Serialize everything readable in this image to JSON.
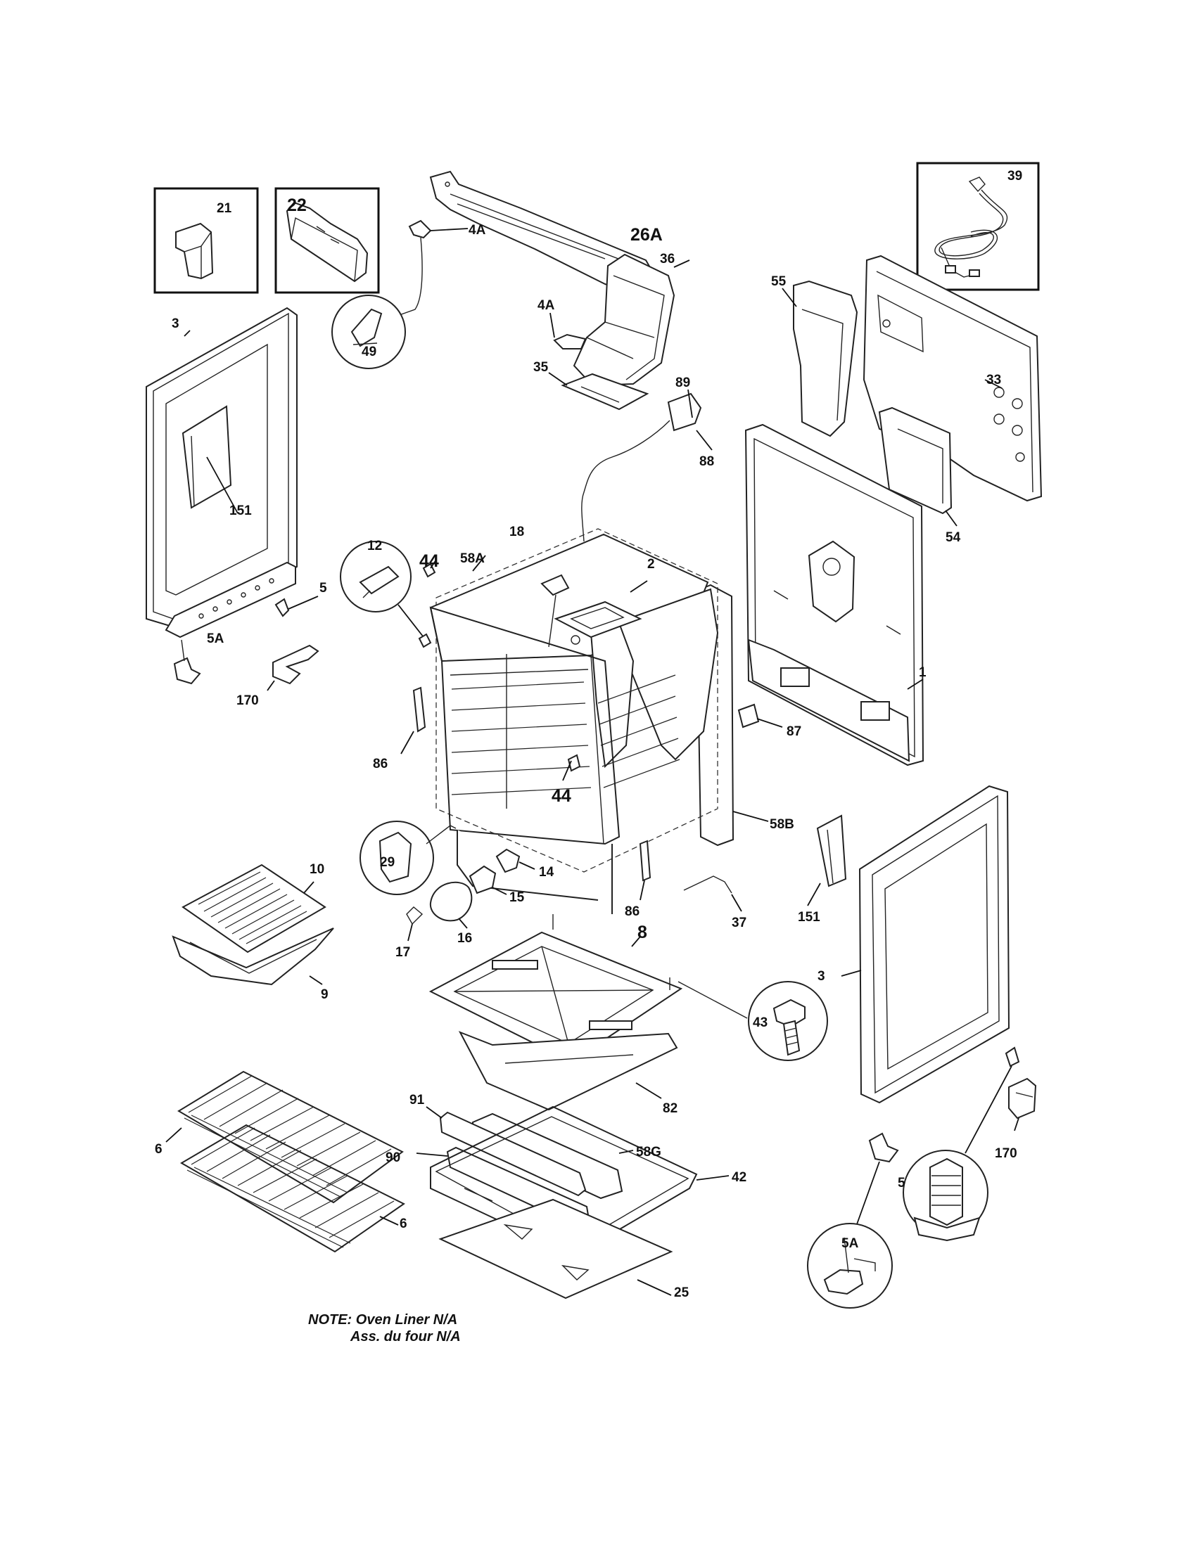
{
  "labels": {
    "l39": "39",
    "l21": "21",
    "l22": "22",
    "l26A": "26A",
    "l4A_top": "4A",
    "l4A_mid": "4A",
    "l49": "49",
    "l3_left": "3",
    "l36": "36",
    "l55": "55",
    "l33": "33",
    "l35": "35",
    "l89": "89",
    "l88": "88",
    "l54": "54",
    "l151_left": "151",
    "l12": "12",
    "l44_top": "44",
    "l58A": "58A",
    "l18": "18",
    "l2": "2",
    "l1": "1",
    "l5_left": "5",
    "l5A_left": "5A",
    "l170_left": "170",
    "l87": "87",
    "l86_left": "86",
    "l58B": "58B",
    "l44_mid": "44",
    "l29": "29",
    "l14": "14",
    "l10": "10",
    "l15": "15",
    "l16": "16",
    "l17": "17",
    "l86_right": "86",
    "l37": "37",
    "l151_right": "151",
    "l9": "9",
    "l8": "8",
    "l3_right": "3",
    "l43": "43",
    "l82": "82",
    "l91": "91",
    "l6_top": "6",
    "l58G": "58G",
    "l90": "90",
    "l42": "42",
    "l170_right": "170",
    "l5_right": "5",
    "l6_bottom": "6",
    "l5A_right": "5A",
    "l25": "25"
  },
  "note": {
    "line1": "NOTE: Oven Liner N/A",
    "line2": "Ass. du four N/A"
  }
}
